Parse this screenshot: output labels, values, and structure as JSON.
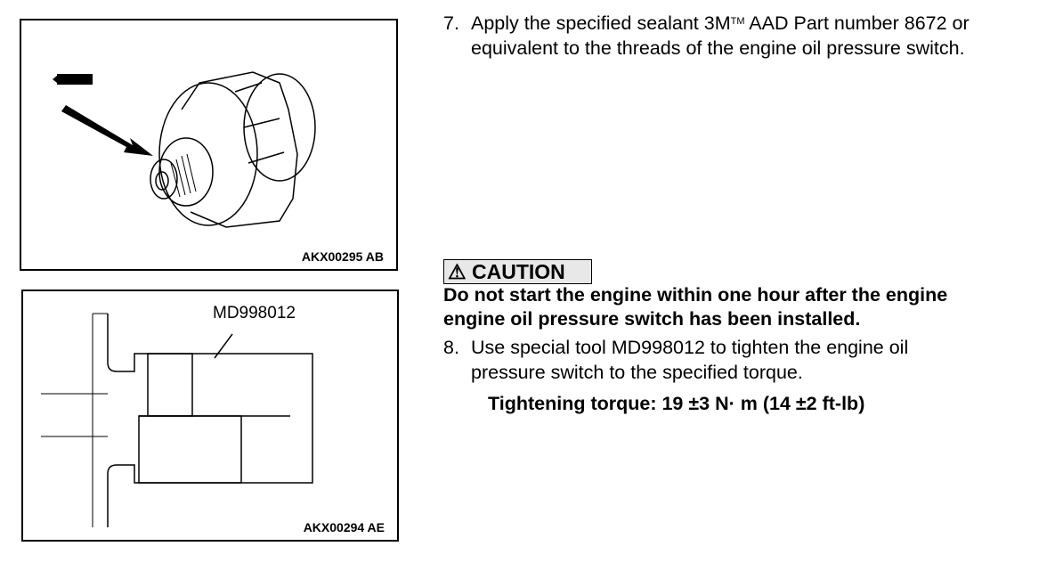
{
  "figures": [
    {
      "id": "AKX00295 AB"
    },
    {
      "id": "AKX00294 AE",
      "callout": "MD998012"
    }
  ],
  "step7": {
    "number": "7.",
    "line1_pre": "Apply the specified sealant 3M",
    "tm": "TM",
    "line1_post": " AAD Part number 8672 or",
    "line2": "equivalent to the threads of the engine oil pressure switch."
  },
  "caution": {
    "label": "CAUTION",
    "icon": "warning-triangle-icon",
    "line1": "Do not start the engine within one hour after the engine",
    "line2": "engine oil pressure switch has been installed."
  },
  "step8": {
    "number": "8.",
    "line1": "Use special tool MD998012 to tighten the engine oil",
    "line2": "pressure switch to the specified torque."
  },
  "torque": "Tightening torque: 19 ±3 N· m (14 ±2 ft-lb)"
}
